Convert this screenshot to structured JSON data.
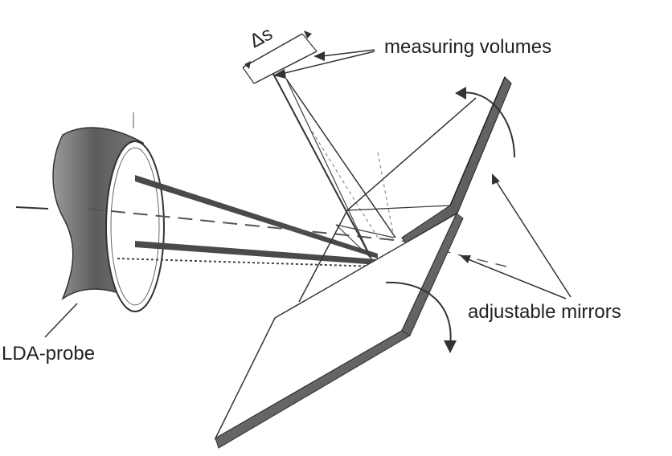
{
  "labels": {
    "delta_s": "Δs",
    "measuring_volumes": "measuring volumes",
    "adjustable_mirrors": "adjustable mirrors",
    "lda_probe": "LDA-probe"
  },
  "colors": {
    "line": "#2a2a2a",
    "mirror_edge": "#5a5a5a",
    "probe_shade": "#6e6e6e"
  }
}
